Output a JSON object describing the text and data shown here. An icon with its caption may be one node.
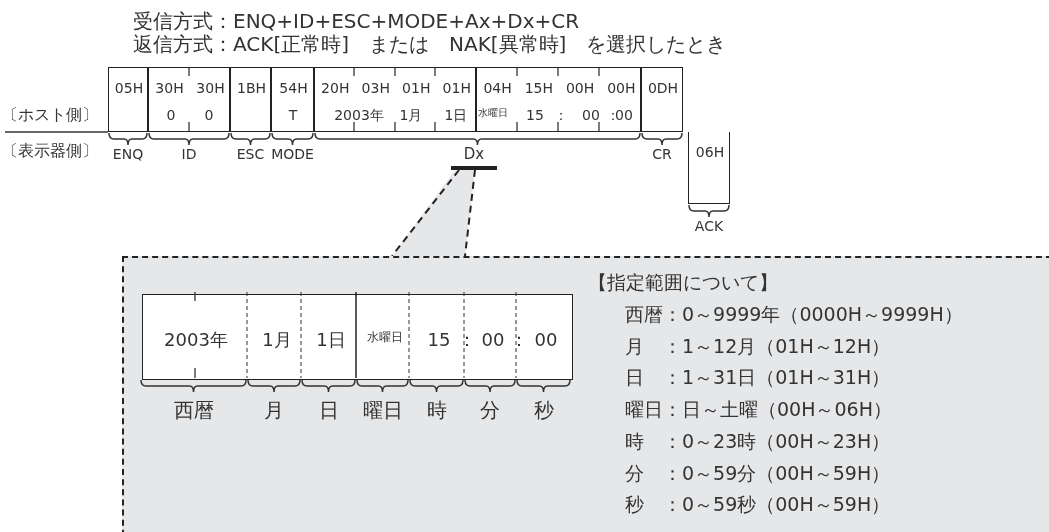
{
  "diagram": {
    "nodes": [
      {
        "text": [
          "05H"
        ],
        "beside": [
          "ENQ"
        ]
      },
      {
        "text": [
          "30H",
          "30H",
          "0",
          "0"
        ],
        "beside": [
          "ID"
        ]
      },
      {
        "text": [
          "1BH"
        ],
        "beside": [
          "ESC"
        ]
      },
      {
        "text": [
          "54H",
          "T"
        ],
        "beside": [
          "MODE"
        ]
      },
      {
        "text": [
          "20H",
          "03H",
          "01H",
          "01H",
          "2003年",
          "1月",
          "1日"
        ]
      },
      {
        "text": [
          "04H",
          "15H",
          "00H",
          "00H",
          "水曜日",
          "15",
          "：",
          "00",
          "：",
          "00"
        ]
      },
      {
        "text": [
          "0DH"
        ],
        "beside": [
          "CR"
        ]
      },
      {
        "text": [
          "06H"
        ],
        "beside": [
          "ACK"
        ]
      },
      {
        "text": [],
        "shape": "bar"
      },
      {
        "text": [],
        "shape": "box"
      },
      {
        "text": [
          "2003年",
          "1月",
          "1日",
          "水曜日",
          "15",
          "：",
          "00",
          "：",
          "00"
        ],
        "beside": [
          "西暦",
          "月",
          "日",
          "曜日",
          "時",
          "分",
          "秒"
        ],
        "in": 9
      }
    ],
    "edges": [
      {
        "from": 8,
        "to": 9,
        "arrow": "none",
        "style": "dashed"
      }
    ],
    "labels": [
      "受信方式：ENQ+ID+ESC+MODE+Ax+Dx+CR",
      "返信方式：ACK[正常時]　または　NAK[異常時]　を選択したとき",
      "〔ホスト側〕",
      "〔表示器側〕",
      "Dx",
      "【指定範囲について】",
      "西暦：0～9999年（0000H～9999H）",
      "月　：1～12月（01H～12H）",
      "日　：1～31日（01H～31H）",
      "曜日：日～土曜（00H～06H）",
      "時　：0～23時（00H～23H）",
      "分　：0～59分（00H～59H）",
      "秒　：0～59秒（00H～59H）"
    ]
  }
}
